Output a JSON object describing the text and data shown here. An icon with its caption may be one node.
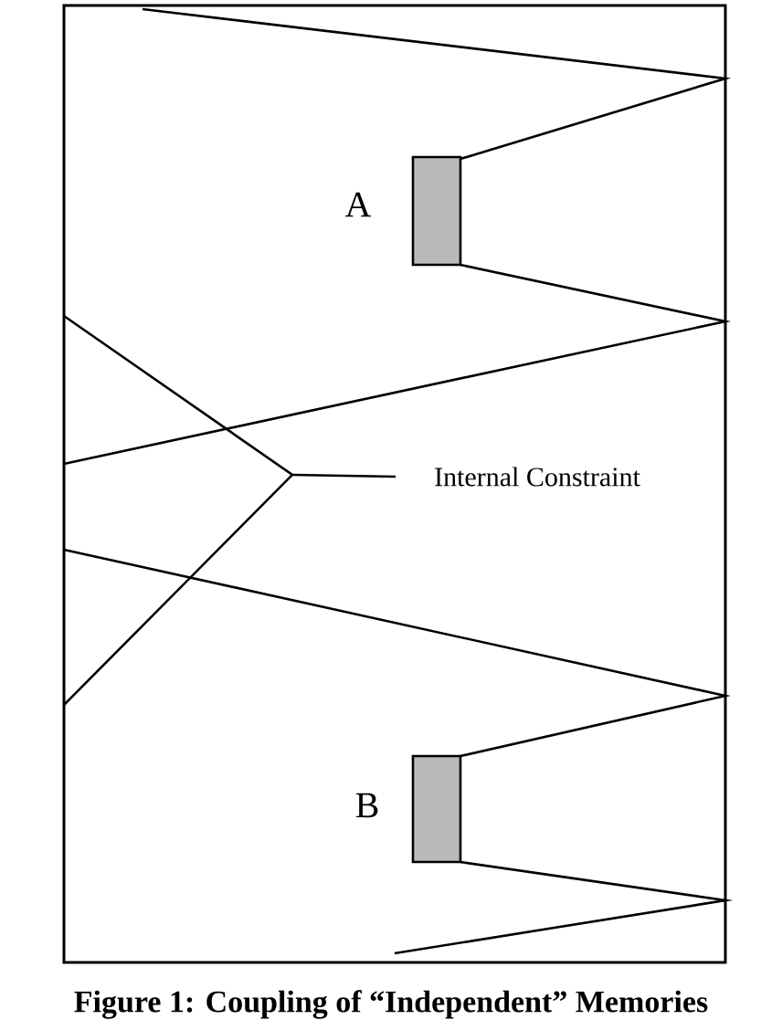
{
  "diagram": {
    "caption": "Figure 1: Coupling of “Independent” Memories",
    "nodes": [
      {
        "text": [],
        "shape": "box",
        "beside": [
          "A"
        ]
      },
      {
        "text": [
          "Internal Constraint"
        ]
      },
      {
        "text": [],
        "shape": "box",
        "beside": [
          "B"
        ]
      }
    ],
    "edges": [
      {
        "from": null,
        "to": 1,
        "arrow": "none"
      }
    ]
  }
}
